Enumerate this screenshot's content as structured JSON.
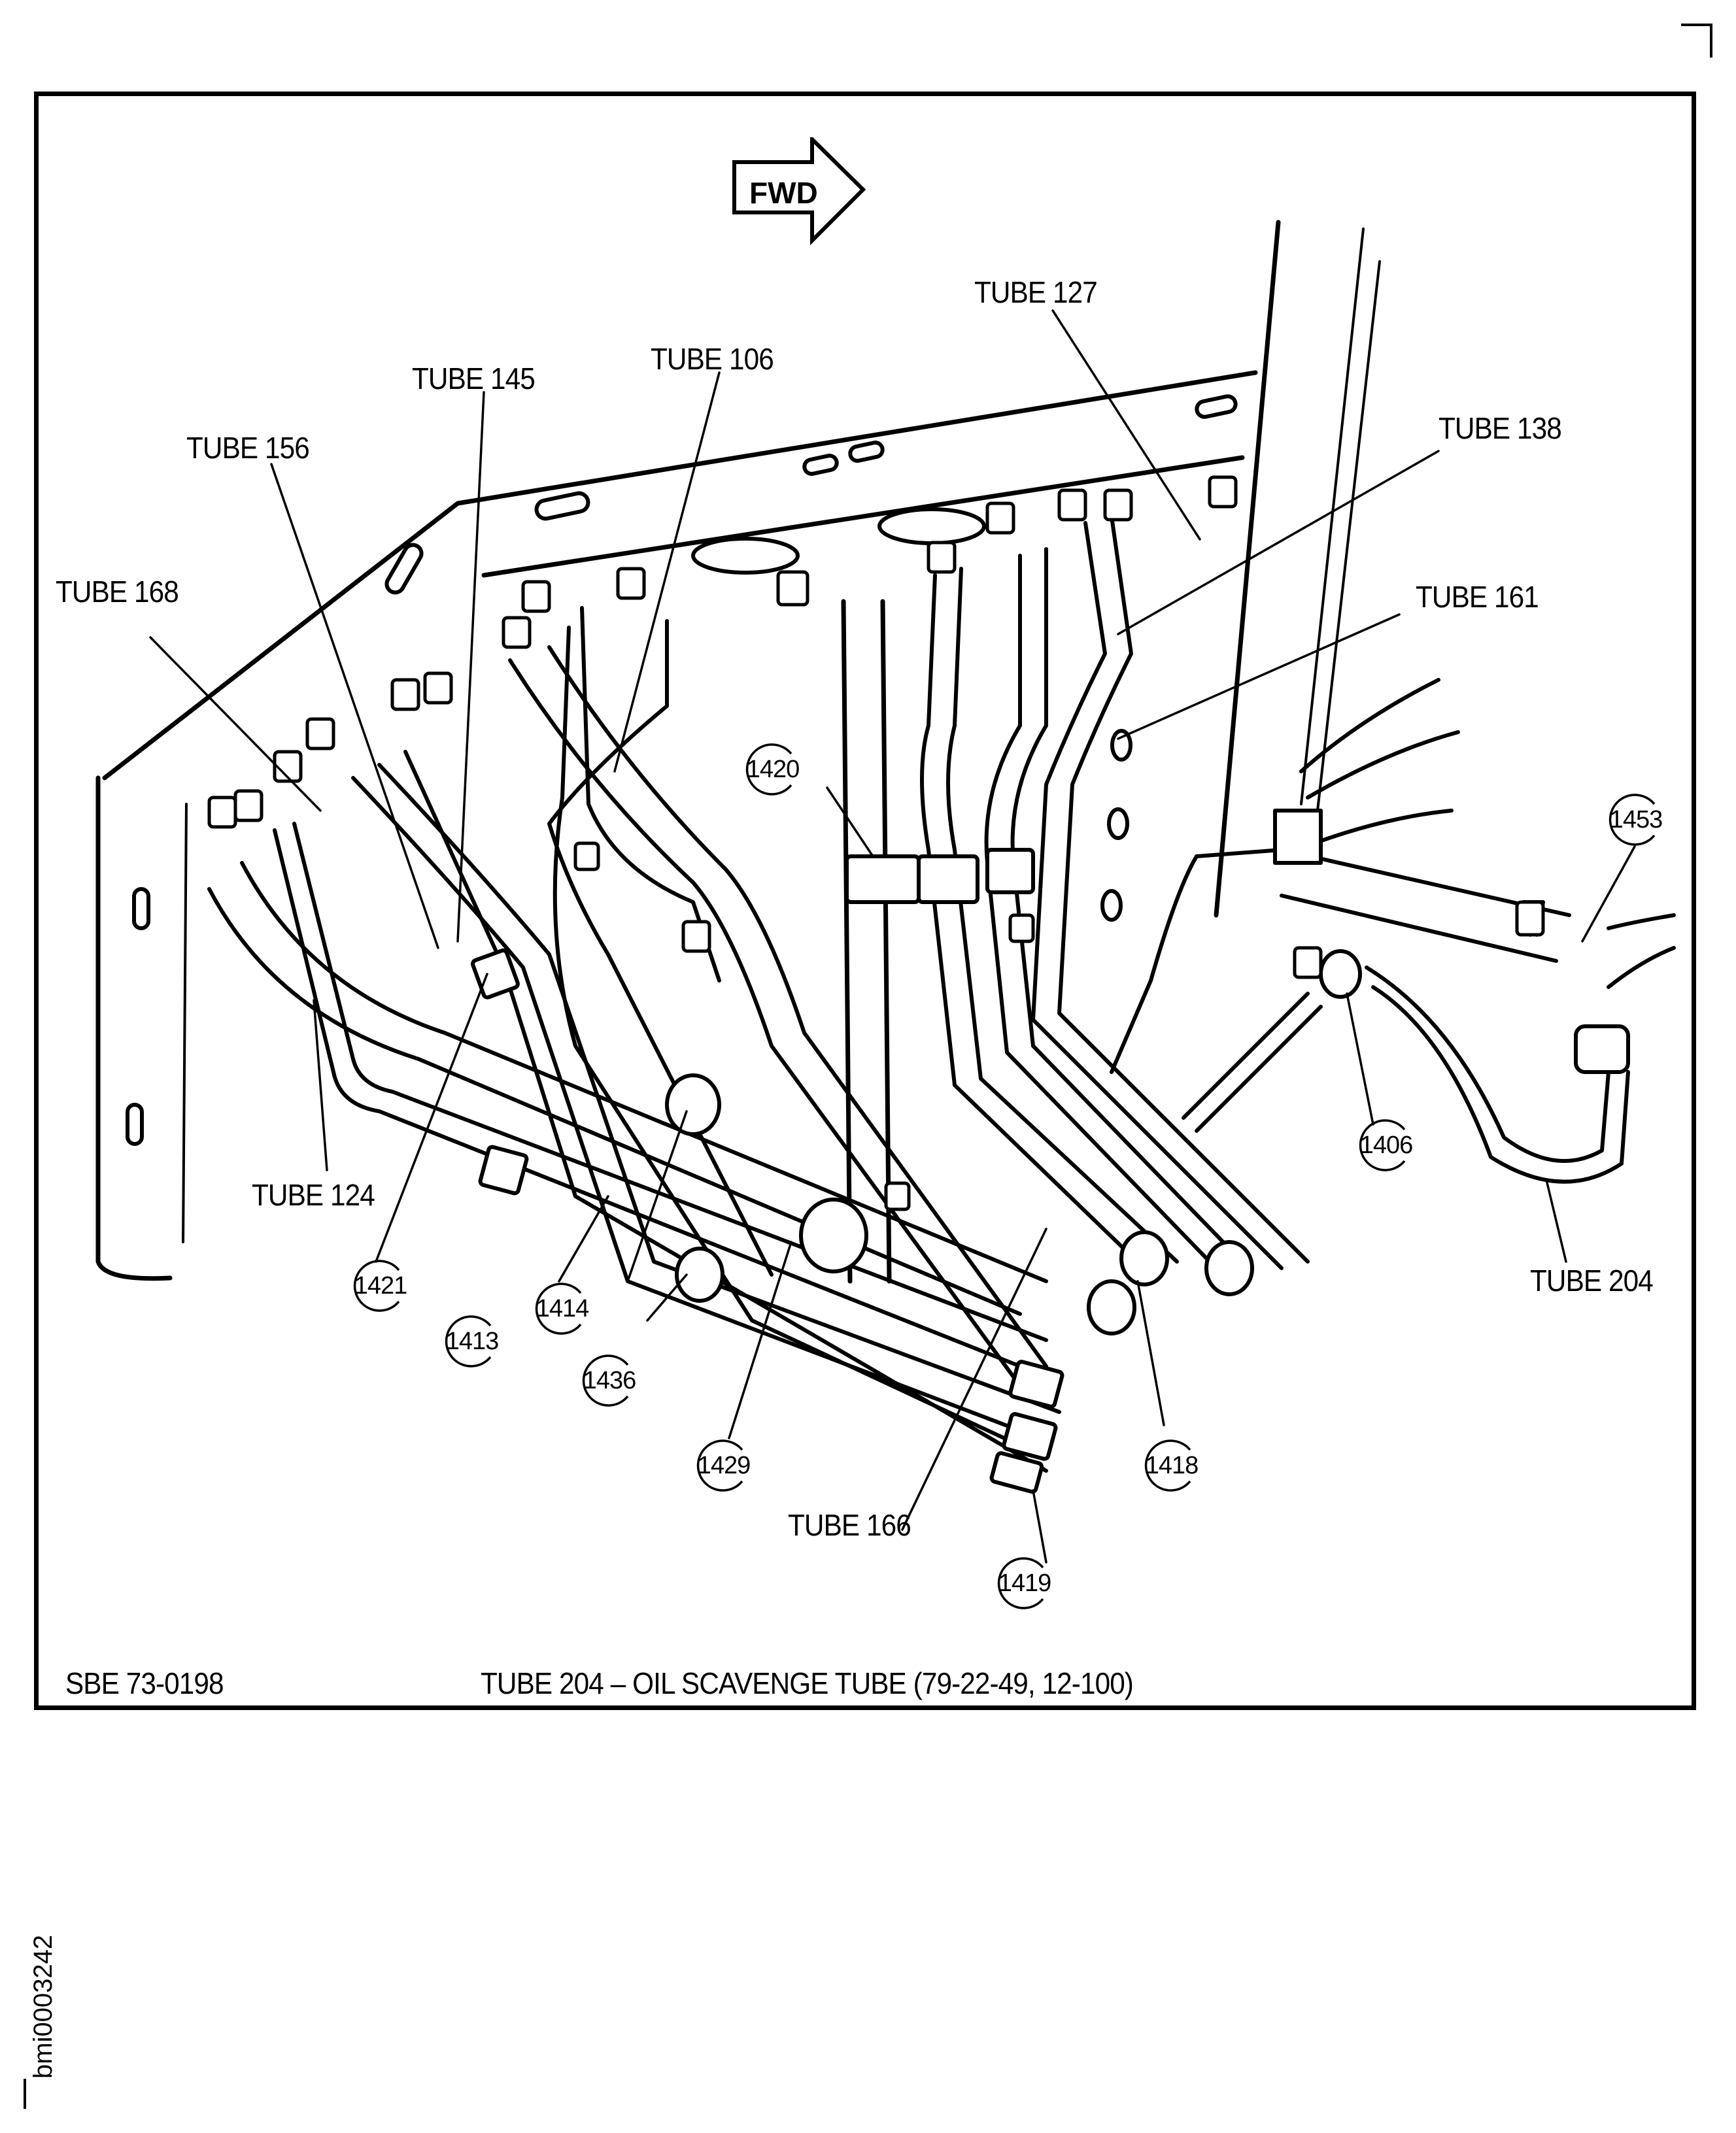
{
  "figure": {
    "direction_indicator": "FWD",
    "tube_labels": [
      {
        "id": "tube-127",
        "text": "TUBE 127"
      },
      {
        "id": "tube-106",
        "text": "TUBE 106"
      },
      {
        "id": "tube-145",
        "text": "TUBE 145"
      },
      {
        "id": "tube-138",
        "text": "TUBE 138"
      },
      {
        "id": "tube-156",
        "text": "TUBE 156"
      },
      {
        "id": "tube-168",
        "text": "TUBE 168"
      },
      {
        "id": "tube-161",
        "text": "TUBE 161"
      },
      {
        "id": "tube-124",
        "text": "TUBE 124"
      },
      {
        "id": "tube-204",
        "text": "TUBE 204"
      },
      {
        "id": "tube-166",
        "text": "TUBE 166"
      }
    ],
    "callouts": [
      "1420",
      "1453",
      "1406",
      "1421",
      "1414",
      "1413",
      "1436",
      "1429",
      "1418",
      "1419"
    ]
  },
  "footer": {
    "reference": "SBE 73-0198",
    "caption": "TUBE 204 – OIL SCAVENGE TUBE (79-22-49, 12-100)"
  },
  "document_id": "bmi0003242"
}
